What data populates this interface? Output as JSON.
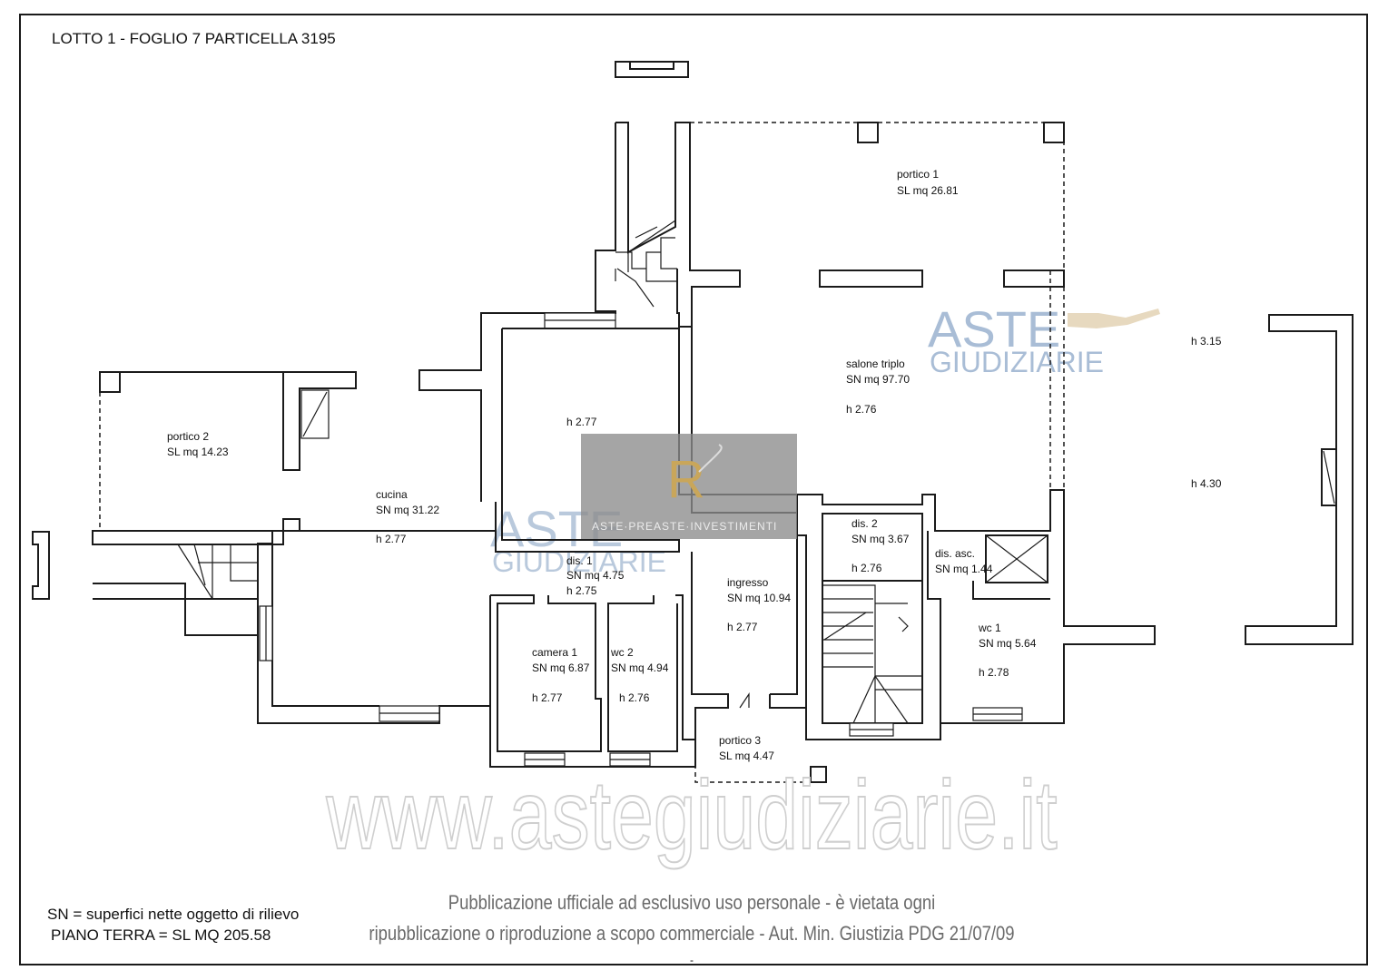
{
  "title": "LOTTO 1 - FOGLIO 7 PARTICELLA 3195",
  "rooms": [
    {
      "id": "portico-1",
      "name": "portico 1",
      "area": "SL mq 26.81"
    },
    {
      "id": "portico-2",
      "name": "portico 2",
      "area": "SL mq 14.23"
    },
    {
      "id": "portico-3",
      "name": "portico 3",
      "area": "SL mq 4.47"
    },
    {
      "id": "salone",
      "name": "salone triplo",
      "area": "SN mq 97.70",
      "height": "h 2.76"
    },
    {
      "id": "cucina",
      "name": "cucina",
      "area": "SN mq 31.22",
      "height": "h 2.77"
    },
    {
      "id": "dis1",
      "name": "dis. 1",
      "area": "SN mq 4.75",
      "height": "h 2.75"
    },
    {
      "id": "dis2",
      "name": "dis. 2",
      "area": "SN mq 3.67",
      "height": "h 2.76"
    },
    {
      "id": "disasc",
      "name": "dis. asc.",
      "area": "SN mq 1.44"
    },
    {
      "id": "ingresso",
      "name": "ingresso",
      "area": "SN mq 10.94",
      "height": "h 2.77"
    },
    {
      "id": "camera1",
      "name": "camera 1",
      "area": "SN mq 6.87",
      "height": "h 2.77"
    },
    {
      "id": "wc2",
      "name": "wc 2",
      "area": "SN mq 4.94",
      "height": "h 2.76"
    },
    {
      "id": "wc1",
      "name": "wc 1",
      "area": "SN mq 5.64",
      "height": "h 2.78"
    }
  ],
  "heights": {
    "room_center": "h 2.77",
    "outer_a": "h 3.15",
    "outer_b": "h 4.30"
  },
  "legend": {
    "line1": "SN = superfici nette oggetto di rilievo",
    "line2": "PIANO TERRA = SL MQ 205.58"
  },
  "disclaimer": {
    "line1": "Pubblicazione ufficiale ad esclusivo uso personale - è vietata ogni",
    "line2": "ripubblicazione o riproduzione a scopo commerciale - Aut. Min. Giustizia PDG 21/07/09",
    "mark": "-"
  },
  "watermarks": {
    "aste_top": "ASTE",
    "giudiziarie_top": "GIUDIZIARIE",
    "aste_left": "ASTE",
    "giudiziarie_left": "GIUDIZIARIE",
    "logo_letter": "R",
    "logo_caption": "ASTE·PREASTE·INVESTIMENTI",
    "site": "www.astegiudiziarie.it"
  },
  "colors": {
    "watermark_blue": "#9db4d0",
    "watermark_gray": "#d6d6d6",
    "logo_box": "#8c8c8c",
    "logo_gold": "#c9a65a"
  }
}
